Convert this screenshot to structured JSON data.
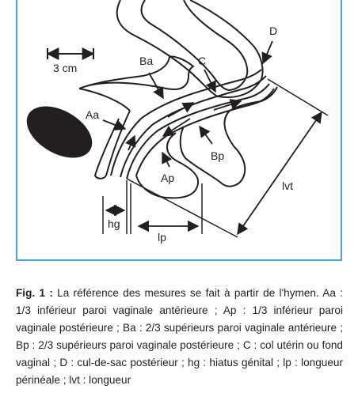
{
  "figure": {
    "frame_color": "#4aa5dd",
    "labels": {
      "D": "D",
      "C": "C",
      "Ba": "Ba",
      "Aa": "Aa",
      "Bp": "Bp",
      "Ap": "Ap",
      "lvt": "lvt",
      "hg": "hg",
      "lp": "lp",
      "scale": "3 cm"
    }
  },
  "caption": {
    "label": "Fig. 1 :",
    "text": "La référence des mesures se fait à partir de l'hymen. Aa : 1/3 inférieur paroi vaginale antérieure ; Ap : 1/3 inférieur paroi vaginale postérieure ; Ba : 2/3 supérieurs paroi vaginale antérieure ; Bp : 2/3 supérieurs paroi vaginale postérieure ; C : col utérin ou fond vaginal ; D : cul-de-sac postérieur ; hg : hiatus génital ; lp : longueur périnéale ; lvt : longueur"
  }
}
